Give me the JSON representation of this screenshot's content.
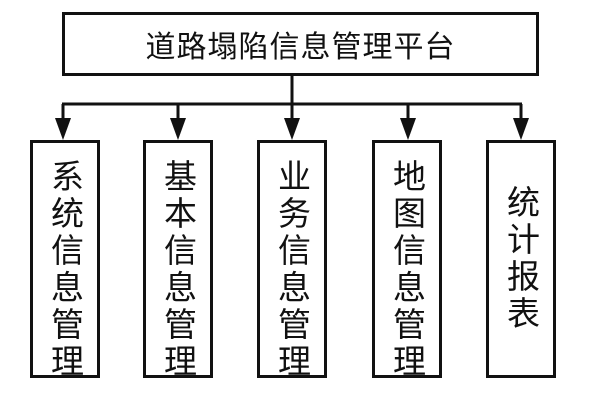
{
  "diagram": {
    "root": {
      "label": "道路塌陷信息管理平台"
    },
    "children": [
      {
        "label": "系统信息管理"
      },
      {
        "label": "基本信息管理"
      },
      {
        "label": "业务信息管理"
      },
      {
        "label": "地图信息管理"
      },
      {
        "label": "统计报表"
      }
    ],
    "line_color": "#111111"
  }
}
